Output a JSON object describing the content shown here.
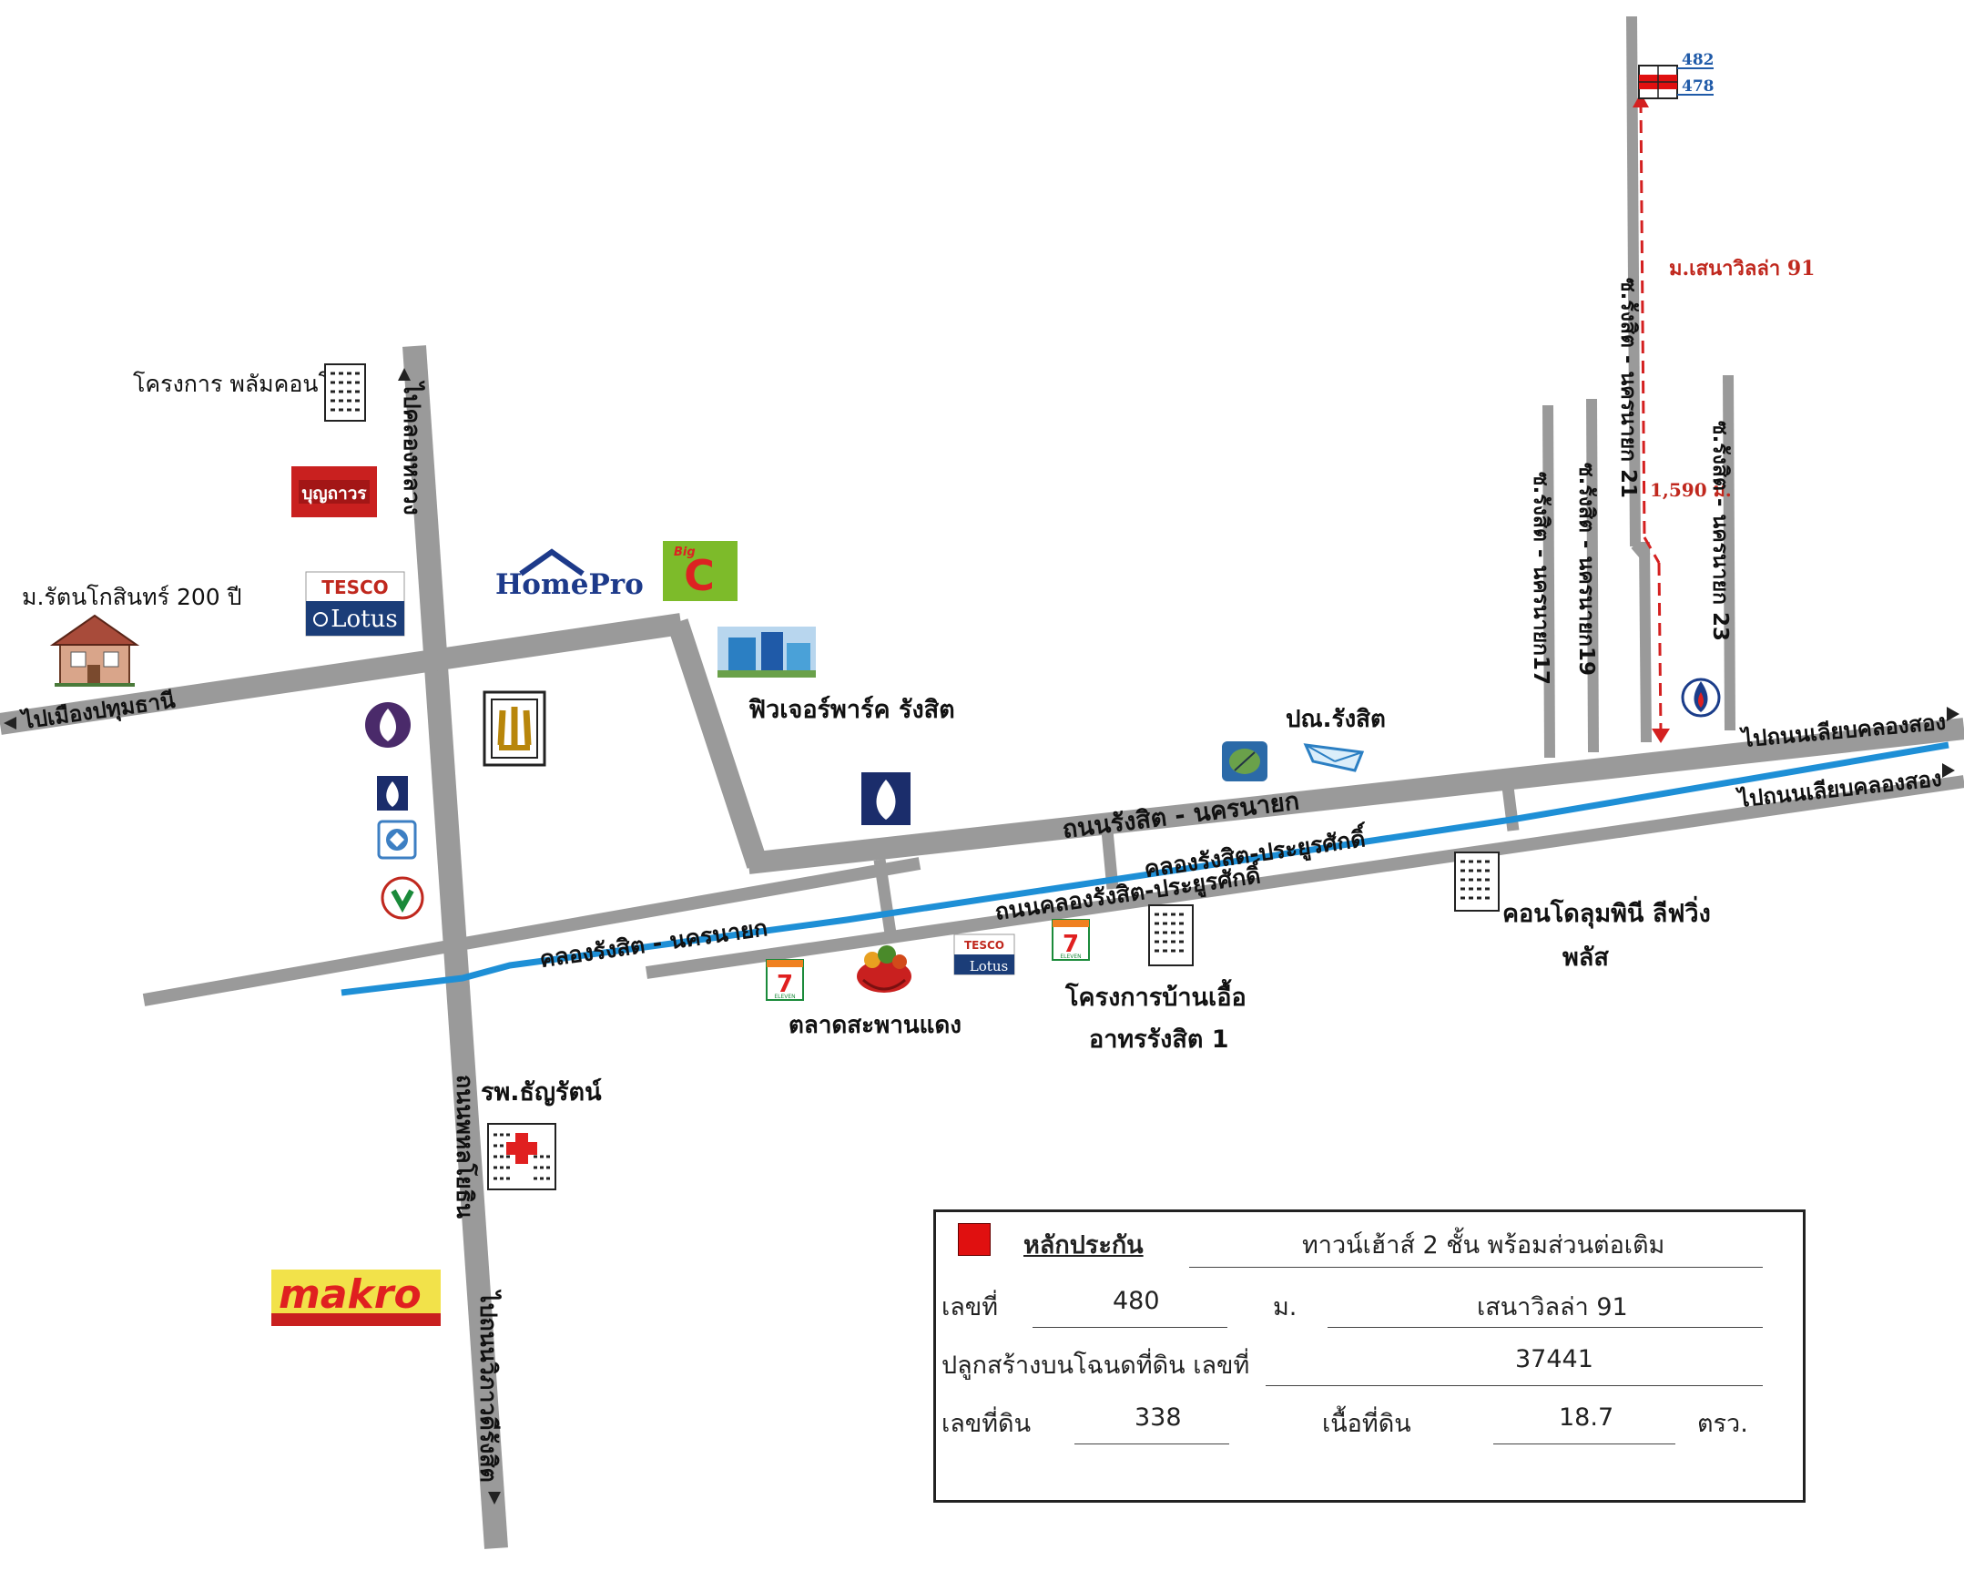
{
  "map": {
    "road_labels": {
      "road_left_north": "ไปคลองหลวง",
      "road_left_south_a": "ถนนพหลโยธิน",
      "road_left_south_b": "ไปถนนวิภาวดีรังสิต",
      "road_west": "ไปเมืองปทุมธานี",
      "main_road": "ถนนรังสิต - นครนายก",
      "canal_upper": "คลองรังสิต-ประยูรศักดิ์",
      "canal_lower": "คลองรังสิต - นครนายก",
      "road_canal": "ถนนคลองรังสิต-ประยูรศักดิ์",
      "east_upper": "ไปถนนเลียบคลองสอง",
      "east_lower": "ไปถนนเลียบคลองสอง",
      "soi17": "ซ.รังสิต - นครนายก17",
      "soi19": "ซ.รังสิต - นครนายก19",
      "soi21": "ซ.รังสิต - นครนายก 21",
      "soi23": "ซ.รังสิต - นครนายก 23"
    },
    "places": {
      "palm_condo": "โครงการ พลัมคอนโด",
      "rattanakosin": "ม.รัตนโกสินทร์ 200 ปี",
      "future_park": "ฟิวเจอร์พาร์ค รังสิต",
      "post_office": "ปณ.รังสิต",
      "lumpini_line1": "คอนโดลุมพินี ลีฟวิ่ง",
      "lumpini_line2": "พลัส",
      "baan_ua_line1": "โครงการบ้านเอื้อ",
      "baan_ua_line2": "อาทรรังสิต 1",
      "saphan_daeng": "ตลาดสะพานแดง",
      "thanyarat": "รพ.ธัญรัตน์"
    },
    "brands": {
      "bunthavorn": "บุญถาวร",
      "tesco": "TESCO",
      "lotus": "Lotus",
      "homepro": "HomePro",
      "bigc_small": "Big",
      "bigc_letter": "C",
      "makro": "makro",
      "seven": "7",
      "seven_sub": "ELEVEN"
    },
    "route": {
      "village": "ม.เสนาวิลล่า 91",
      "distance": "1,590 ม.",
      "house_no_a": "482",
      "house_no_b": "478"
    },
    "colors": {
      "road": "#9a9a9a",
      "canal": "#1e8fd6",
      "route": "#d42020",
      "collateral": "#e01010"
    },
    "icons": [
      "palm-condo-building-icon",
      "bunthavorn-logo",
      "tesco-lotus-logo",
      "house-icon",
      "homepro-logo",
      "bigc-logo",
      "future-park-mall-icon",
      "krungsri-bank-icon",
      "krungthep-bank-icon",
      "gsb-bank-icon",
      "kasikorn-bank-icon",
      "thai-temple-sign-icon",
      "bangkok-bank-icon",
      "ptt-station-icon",
      "forest-emblem-icon",
      "post-office-icon",
      "condo-building-icon",
      "seven-eleven-icon",
      "market-basket-icon",
      "hospital-icon",
      "makro-logo"
    ]
  },
  "info": {
    "legend_label": "หลักประกัน",
    "property_type": "ทาวน์เฮ้าส์ 2 ชั้น พร้อมส่วนต่อเติม",
    "house_no_label": "เลขที่",
    "house_no_value": "480",
    "village_label": "ม.",
    "village_value": "เสนาวิลล่า 91",
    "deed_label": "ปลูกสร้างบนโฉนดที่ดิน เลขที่",
    "deed_value": "37441",
    "land_no_label": "เลขที่ดิน",
    "land_no_value": "338",
    "area_label": "เนื้อที่ดิน",
    "area_value": "18.7",
    "area_unit": "ตรว."
  }
}
